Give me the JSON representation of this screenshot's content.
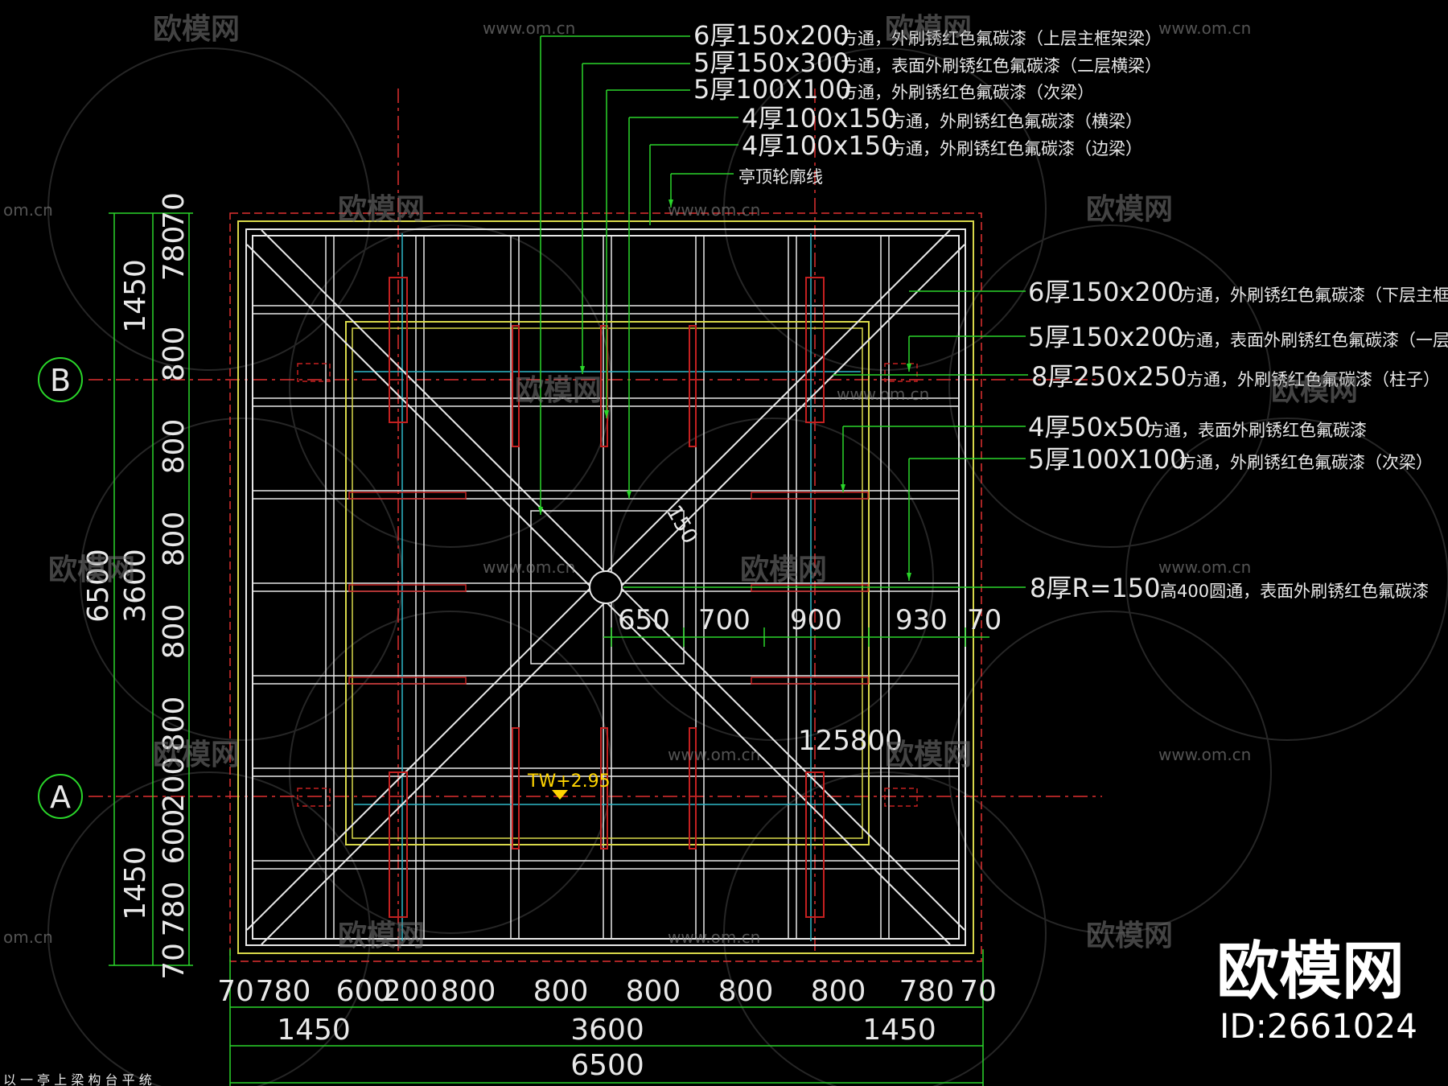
{
  "colors": {
    "background": "#000000",
    "frame_yellow": "#d8d84a",
    "beam_white": "#e8e8e8",
    "axis_red": "#e03030",
    "leader_green": "#2ad62a",
    "column_red": "#c42020",
    "cyan": "#2fb8c8",
    "marker_yellow": "#ffd400"
  },
  "annotations_top": [
    {
      "size": "6厚150x200",
      "desc": "方通，外刷锈红色氟碳漆（上层主框架梁）"
    },
    {
      "size": "5厚150x300",
      "desc": "方通，表面外刷锈红色氟碳漆（二层横梁）"
    },
    {
      "size": "5厚100X100",
      "desc": "方通，外刷锈红色氟碳漆（次梁）"
    },
    {
      "size": "4厚100x150",
      "desc": "方通，外刷锈红色氟碳漆（横梁）"
    },
    {
      "size": "4厚100x150",
      "desc": "方通，外刷锈红色氟碳漆（边梁）"
    },
    {
      "size": "",
      "desc": "亭顶轮廓线"
    }
  ],
  "annotations_right": [
    {
      "size": "6厚150x200",
      "desc": "方通，外刷锈红色氟碳漆（下层主框架梁）"
    },
    {
      "size": "5厚150x200",
      "desc": "方通，表面外刷锈红色氟碳漆（一层横梁）"
    },
    {
      "size": "8厚250x250",
      "desc": "方通，外刷锈红色氟碳漆（柱子）"
    },
    {
      "size": "4厚50x50",
      "desc": "方通，表面外刷锈红色氟碳漆"
    },
    {
      "size": "5厚100X100",
      "desc": "方通，外刷锈红色氟碳漆（次梁）"
    },
    {
      "size": "8厚R=150",
      "desc": "高400圆通，表面外刷锈红色氟碳漆"
    }
  ],
  "axis_labels": [
    "B",
    "A"
  ],
  "dims_bottom_row1": [
    "70",
    "780",
    "600",
    "200",
    "800",
    "800",
    "800",
    "800",
    "800",
    "780",
    "70"
  ],
  "dims_bottom_row2": [
    "1450",
    "3600",
    "1450"
  ],
  "dims_bottom_total": "6500",
  "dims_left_row1": [
    "70",
    "780",
    "800",
    "800",
    "800",
    "800",
    "800",
    "200",
    "600",
    "780",
    "70"
  ],
  "dims_left_row2": [
    "1450",
    "3600",
    "1450"
  ],
  "dims_left_total": "6500",
  "dims_center": [
    "650",
    "700",
    "900",
    "930",
    "70"
  ],
  "dim_diag": "150",
  "dim_misc": "125800",
  "elevation_mark": "TW+2.95",
  "watermark": {
    "logo_text": "欧模网",
    "url": "www.om.cn",
    "url_partial": "om.cn",
    "id": "ID:2661024"
  },
  "footer_caption_fragment": "以 一 亭 上 梁 构 台 平 统"
}
